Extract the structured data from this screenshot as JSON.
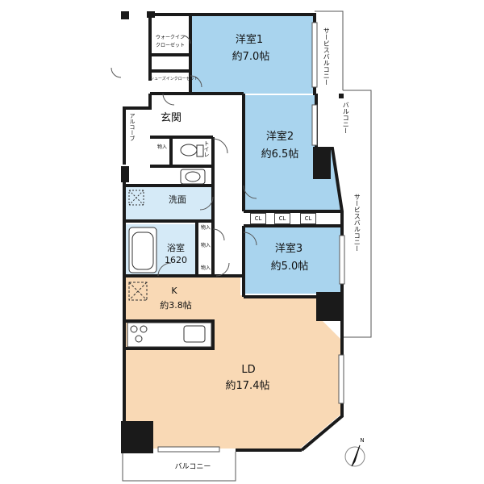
{
  "rooms": {
    "western1": {
      "name": "洋室1",
      "size": "約7.0帖"
    },
    "western2": {
      "name": "洋室2",
      "size": "約6.5帖"
    },
    "western3": {
      "name": "洋室3",
      "size": "約5.0帖"
    },
    "ld": {
      "name": "LD",
      "size": "約17.4帖"
    },
    "kitchen": {
      "name": "K",
      "size": "約3.8帖"
    },
    "bath": {
      "name": "浴室",
      "size": "1620"
    },
    "washroom": "洗面",
    "entrance": "玄関",
    "toilet": "トイレ",
    "walkin_closet": [
      "ウォークイン",
      "クローゼット"
    ],
    "shoe_closet": "シューズインクローゼット"
  },
  "storage": {
    "label": "物入",
    "closet": "CL"
  },
  "outdoor": {
    "service_balcony_top": "サービスバルコニー",
    "balcony_right": "バルコニー",
    "service_balcony_right": "サービスバルコニー",
    "balcony_bottom": "バルコニー",
    "alcove": "アルコーブ"
  },
  "compass": {
    "north": "N"
  },
  "colors": {
    "western_rooms": "#a9d4ee",
    "ld_kitchen": "#f9d9b5",
    "wet_area": "#d5eaf7",
    "walls": "#1a1a1a"
  }
}
